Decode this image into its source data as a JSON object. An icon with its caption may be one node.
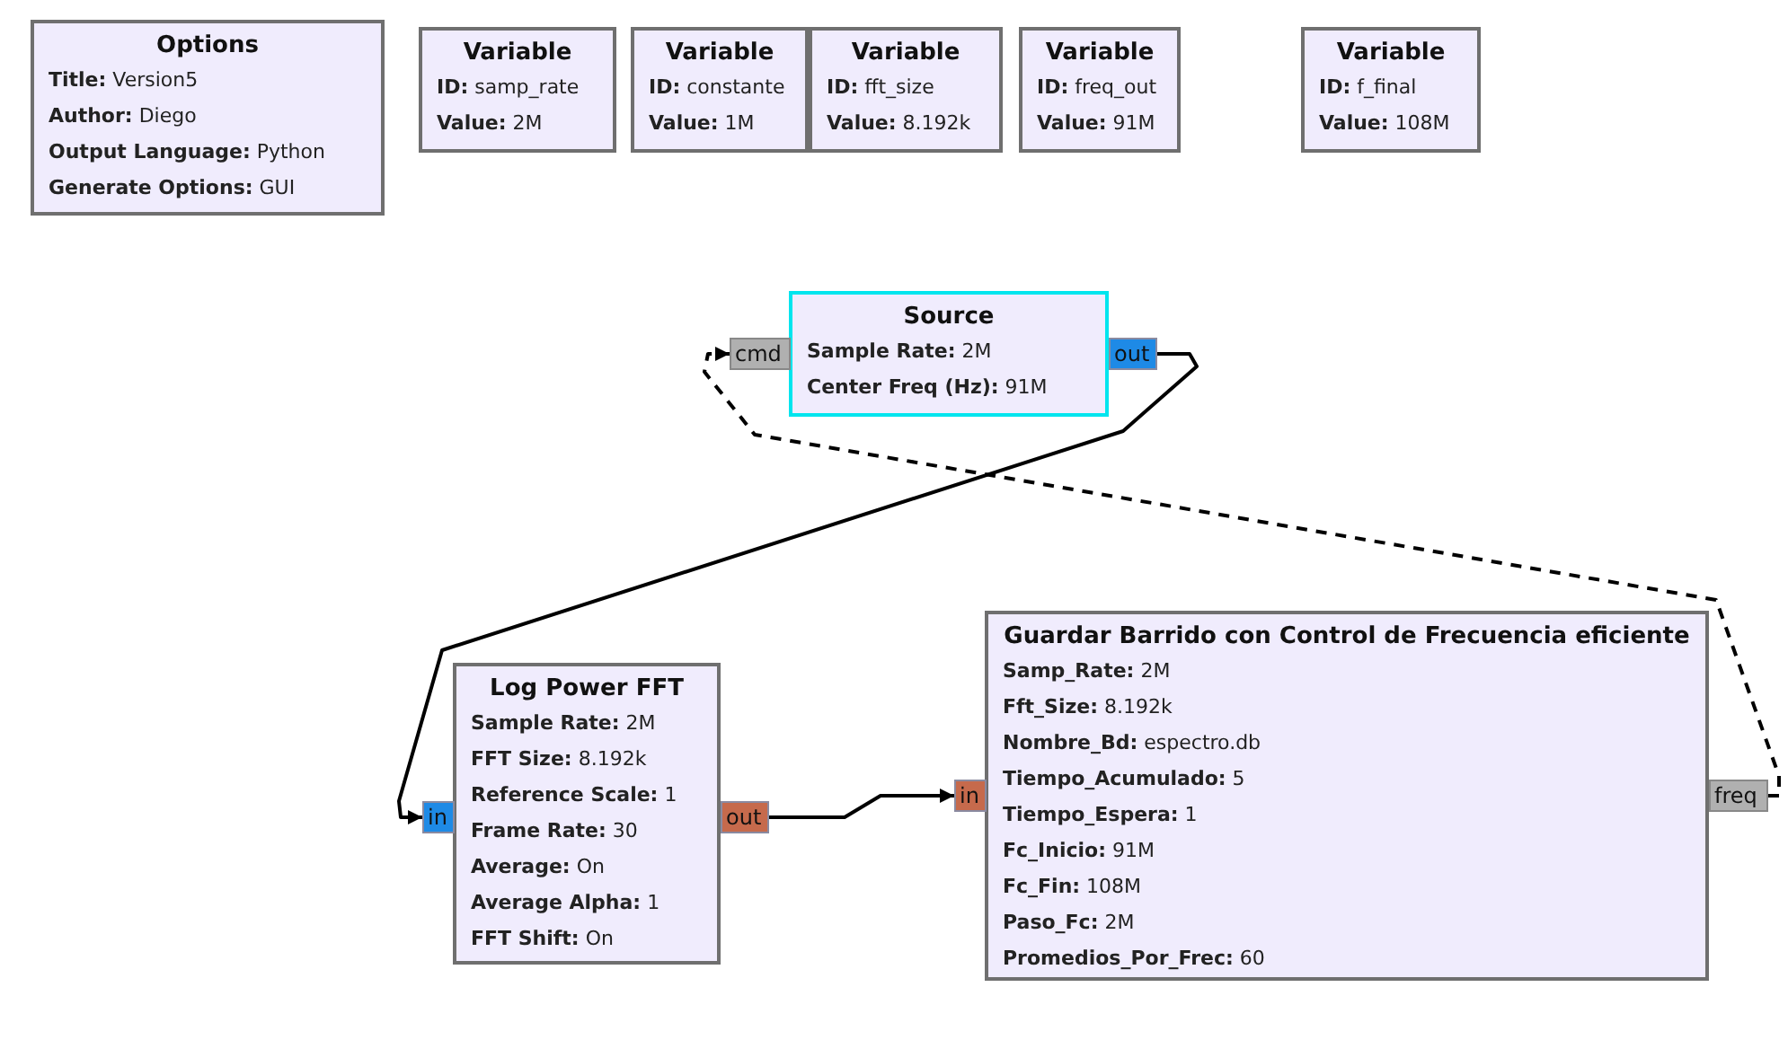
{
  "diagram": {
    "nodes": [
      {
        "text": [
          "Options",
          "**Title:** Version5",
          "**Author:** Diego",
          "**Output Language:** Python",
          "**Generate Options:** GUI"
        ]
      },
      {
        "text": [
          "Variable",
          "**ID:** samp_rate",
          "**Value:** 2M"
        ]
      },
      {
        "text": [
          "Variable",
          "**ID:** constante",
          "**Value:** 1M"
        ]
      },
      {
        "text": [
          "Variable",
          "**ID:** fft_size",
          "**Value:** 8.192k"
        ]
      },
      {
        "text": [
          "Variable",
          "**ID:** freq_out",
          "**Value:** 91M"
        ]
      },
      {
        "text": [
          "Variable",
          "**ID:** f_final",
          "**Value:** 108M"
        ]
      },
      {
        "text": [
          "Source",
          "**Sample Rate:** 2M",
          "**Center Freq (Hz):** 91M"
        ]
      },
      {
        "text": [
          "cmd"
        ]
      },
      {
        "text": [
          "out"
        ]
      },
      {
        "text": [
          "Log Power FFT",
          "**Sample Rate:** 2M",
          "**FFT Size:** 8.192k",
          "**Reference Scale:** 1",
          "**Frame Rate:** 30",
          "**Average:** On",
          "**Average Alpha:** 1",
          "**FFT Shift:** On"
        ]
      },
      {
        "text": [
          "in"
        ]
      },
      {
        "text": [
          "out"
        ]
      },
      {
        "text": [
          "Guardar Barrido con Control de Frecuencia eficiente",
          "**Samp_Rate:** 2M",
          "**Fft_Size:** 8.192k",
          "**Nombre_Bd:** espectro.db",
          "**Tiempo_Acumulado:** 5",
          "**Tiempo_Espera:** 1",
          "**Fc_Inicio:** 91M",
          "**Fc_Fin:** 108M",
          "**Paso_Fc:** 2M",
          "**Promedios_Por_Frec:** 60"
        ]
      },
      {
        "text": [
          "in"
        ]
      },
      {
        "text": [
          "freq"
        ]
      }
    ],
    "edges": [
      {
        "from": 8,
        "to": 10,
        "arrow": "to"
      },
      {
        "from": 11,
        "to": 13,
        "arrow": "to"
      },
      {
        "from": 14,
        "to": 7,
        "arrow": "to",
        "style": "dashed"
      }
    ]
  }
}
